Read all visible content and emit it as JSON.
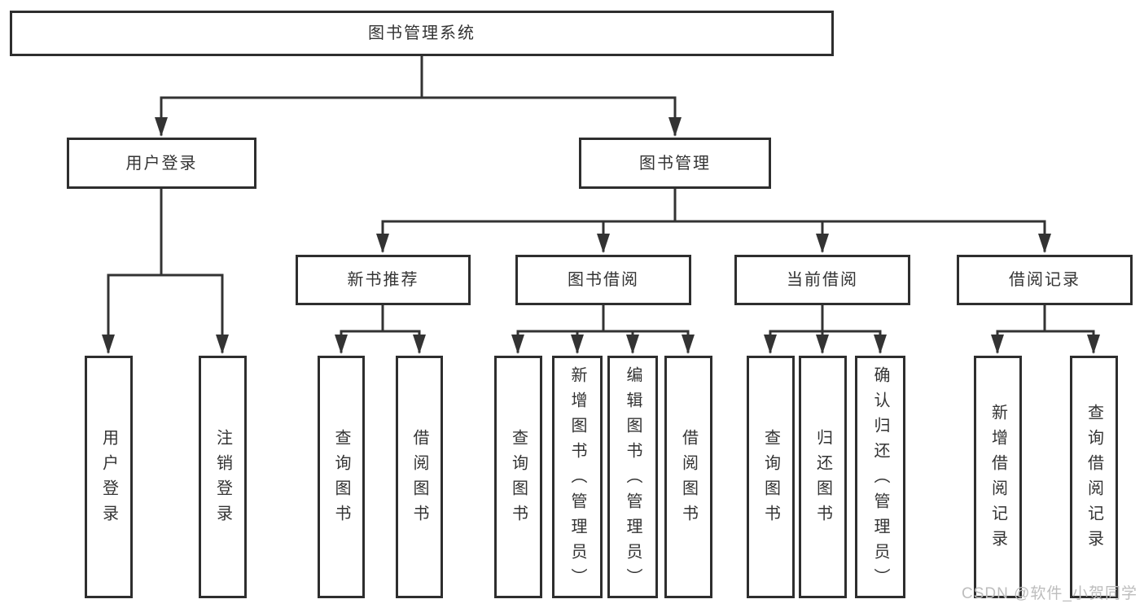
{
  "colors": {
    "background": "#ffffff",
    "line": "#333333",
    "box-border": "#2e2e2e",
    "text": "#333333",
    "watermark": "#bdbdbd"
  },
  "watermark": {
    "text": "CSDN @软件_小贺同学"
  },
  "tree": {
    "root": {
      "label": "图书管理系统",
      "children": [
        {
          "label": "用户登录",
          "children": [
            {
              "label": "用户登录"
            },
            {
              "label": "注销登录"
            }
          ]
        },
        {
          "label": "图书管理",
          "children": [
            {
              "label": "新书推荐",
              "children": [
                {
                  "label": "查询图书"
                },
                {
                  "label": "借阅图书"
                }
              ]
            },
            {
              "label": "图书借阅",
              "children": [
                {
                  "label": "查询图书"
                },
                {
                  "label": "新增图书（管理员）"
                },
                {
                  "label": "编辑图书（管理员）"
                },
                {
                  "label": "借阅图书"
                }
              ]
            },
            {
              "label": "当前借阅",
              "children": [
                {
                  "label": "查询图书"
                },
                {
                  "label": "归还图书"
                },
                {
                  "label": "确认归还（管理员）"
                }
              ]
            },
            {
              "label": "借阅记录",
              "children": [
                {
                  "label": "新增借阅记录"
                },
                {
                  "label": "查询借阅记录"
                }
              ]
            }
          ]
        }
      ]
    }
  }
}
